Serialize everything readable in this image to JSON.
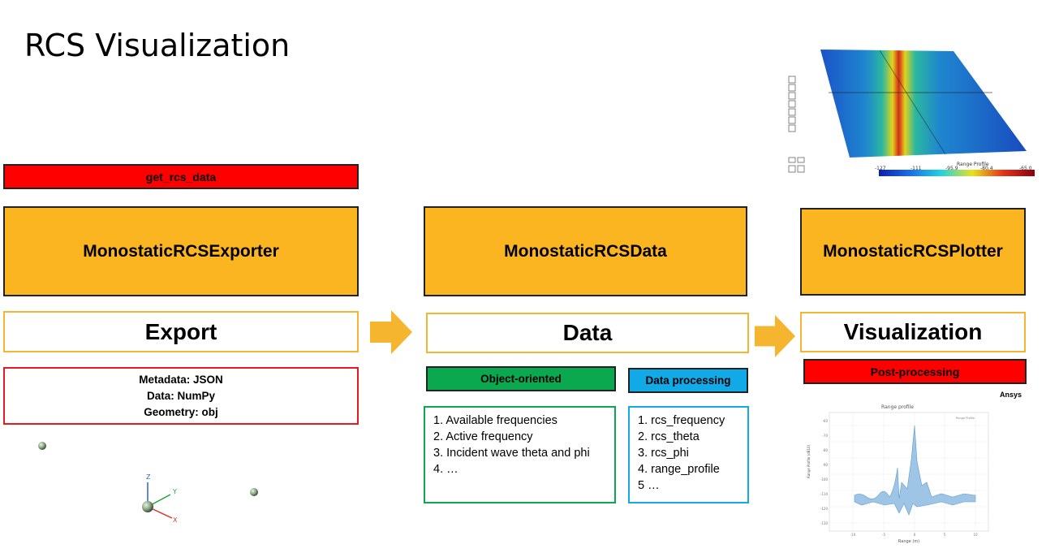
{
  "title": "RCS Visualization",
  "get_rcs_data_label": "get_rcs_data",
  "exporter": {
    "class_name": "MonostaticRCSExporter",
    "stage_label": "Export",
    "formats": [
      "Metadata: JSON",
      "Data: NumPy",
      "Geometry: obj"
    ]
  },
  "data": {
    "class_name": "MonostaticRCSData",
    "stage_label": "Data",
    "tag_object": "Object-oriented",
    "tag_processing": "Data processing",
    "object_items": [
      "1. Available frequencies",
      "2. Active frequency",
      "3. Incident wave theta and phi",
      "4. …"
    ],
    "processing_items": [
      "1. rcs_frequency",
      "2. rcs_theta",
      "3. rcs_phi",
      "4. range_profile",
      "5 …"
    ]
  },
  "plotter": {
    "class_name": "MonostaticRCSPlotter",
    "stage_label": "Visualization",
    "post_label": "Post-processing"
  },
  "brand": "Ansys",
  "axes": {
    "z": "Z",
    "y": "Y",
    "x": "X"
  },
  "colorbar": {
    "title": "Range Profile",
    "ticks": [
      "-127",
      "-111",
      "-95.9",
      "-80.4",
      "-65.0"
    ]
  },
  "range_plot": {
    "title": "Range profile",
    "xlabel": "Range (m)",
    "ylabel": "Range Profile (dB10)",
    "legend": "Range Profile",
    "xticks": [
      "-10",
      "-5",
      "0",
      "5",
      "10"
    ],
    "yticks": [
      "-60",
      "-70",
      "-80",
      "-90",
      "-100",
      "-110",
      "-120",
      "-130"
    ]
  },
  "colors": {
    "orange": "#fbb520",
    "red": "#ff0000",
    "green": "#0aa84f",
    "blue": "#11a9e6",
    "arrow": "#f5b52e"
  }
}
